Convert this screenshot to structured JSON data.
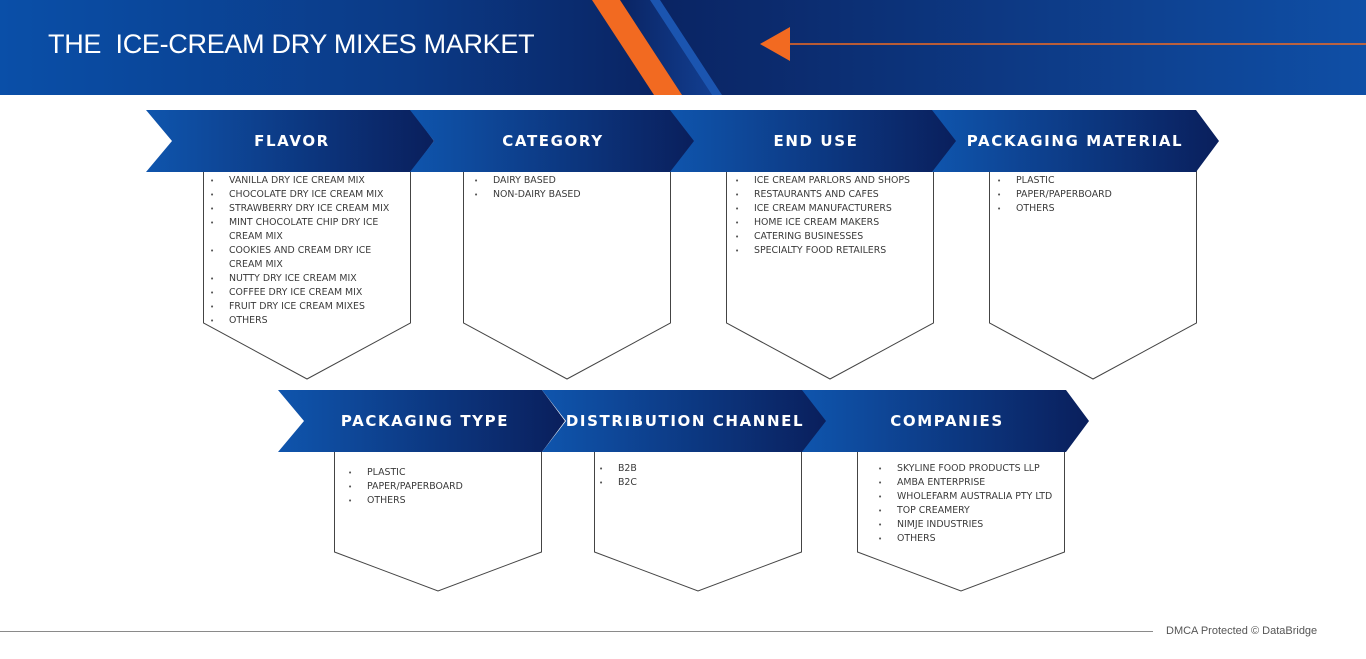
{
  "header": {
    "title": "THE  ICE-CREAM DRY MIXES MARKET"
  },
  "colors": {
    "accent": "#f26a21",
    "navy": "#0a2463",
    "blue": "#0d4fa8"
  },
  "segments_row1": [
    {
      "label": "FLAVOR",
      "items": [
        "VANILLA DRY ICE CREAM MIX",
        "CHOCOLATE DRY ICE CREAM MIX",
        "STRAWBERRY DRY ICE CREAM MIX",
        "MINT CHOCOLATE CHIP DRY ICE CREAM MIX",
        "COOKIES AND CREAM DRY ICE CREAM MIX",
        "NUTTY DRY ICE CREAM MIX",
        "COFFEE DRY ICE CREAM MIX",
        "FRUIT DRY ICE CREAM MIXES",
        "OTHERS"
      ]
    },
    {
      "label": "CATEGORY",
      "items": [
        "DAIRY BASED",
        "NON-DAIRY BASED"
      ]
    },
    {
      "label": "END USE",
      "items": [
        "ICE CREAM PARLORS AND SHOPS",
        "RESTAURANTS AND CAFES",
        "ICE CREAM MANUFACTURERS",
        "HOME ICE CREAM MAKERS",
        "CATERING BUSINESSES",
        "SPECIALTY FOOD RETAILERS"
      ]
    },
    {
      "label": "PACKAGING MATERIAL",
      "items": [
        "PLASTIC",
        "PAPER/PAPERBOARD",
        "OTHERS"
      ]
    }
  ],
  "segments_row2": [
    {
      "label": "PACKAGING TYPE",
      "items": [
        "PLASTIC",
        "PAPER/PAPERBOARD",
        "OTHERS"
      ]
    },
    {
      "label": "DISTRIBUTION CHANNEL",
      "items": [
        "B2B",
        "B2C"
      ]
    },
    {
      "label": "COMPANIES",
      "items": [
        "SKYLINE FOOD PRODUCTS LLP",
        "AMBA ENTERPRISE",
        "WHOLEFARM AUSTRALIA PTY LTD",
        "TOP CREAMERY",
        "NIMJE INDUSTRIES",
        "OTHERS"
      ]
    }
  ],
  "footer": {
    "text": "DMCA Protected © DataBridge"
  }
}
